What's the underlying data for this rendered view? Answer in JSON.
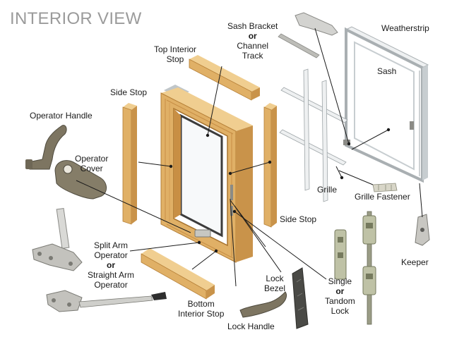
{
  "title": "INTERIOR VIEW",
  "colors": {
    "wood": "#e0b066",
    "wood_dark": "#b57f37",
    "wood_light": "#f0ce90",
    "metal_bronze": "#7d7561",
    "metal_silver": "#c7cdd0",
    "grille_white": "#eef0f1",
    "hardware_gray": "#8b8b86"
  },
  "labels": {
    "sash_bracket": {
      "line1": "Sash Bracket",
      "line2": "or",
      "line3": "Channel",
      "line4": "Track"
    },
    "weatherstrip": "Weatherstrip",
    "sash": "Sash",
    "top_interior_stop": {
      "line1": "Top Interior",
      "line2": "Stop"
    },
    "side_stop_left": "Side Stop",
    "operator_handle": "Operator Handle",
    "operator_cover": {
      "line1": "Operator",
      "line2": "Cover"
    },
    "grille": "Grille",
    "grille_fastener": "Grille Fastener",
    "side_stop_right": "Side Stop",
    "split_arm_operator": {
      "line1": "Split Arm",
      "line2": "Operator",
      "line3": "or",
      "line4": "Straight Arm",
      "line5": "Operator"
    },
    "bottom_interior_stop": {
      "line1": "Bottom",
      "line2": "Interior Stop"
    },
    "lock_bezel": {
      "line1": "Lock",
      "line2": "Bezel"
    },
    "lock_handle": "Lock Handle",
    "single_tandem_lock": {
      "line1": "Single",
      "line2": "or",
      "line3": "Tandom",
      "line4": "Lock"
    },
    "keeper": "Keeper"
  }
}
